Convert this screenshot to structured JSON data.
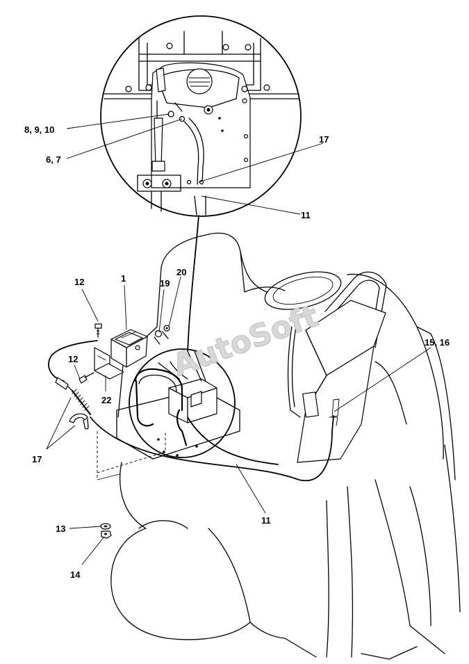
{
  "watermark": "AutoSoft",
  "callouts": {
    "c_8_9_10": "8, 9, 10",
    "c_6_7": "6, 7",
    "c_17_top": "17",
    "c_11_top": "11",
    "c_12_a": "12",
    "c_1": "1",
    "c_19": "19",
    "c_20": "20",
    "c_15_16": "15, 16",
    "c_12_b": "12",
    "c_22": "22",
    "c_17_left": "17",
    "c_11_bottom": "11",
    "c_13": "13",
    "c_14": "14"
  }
}
